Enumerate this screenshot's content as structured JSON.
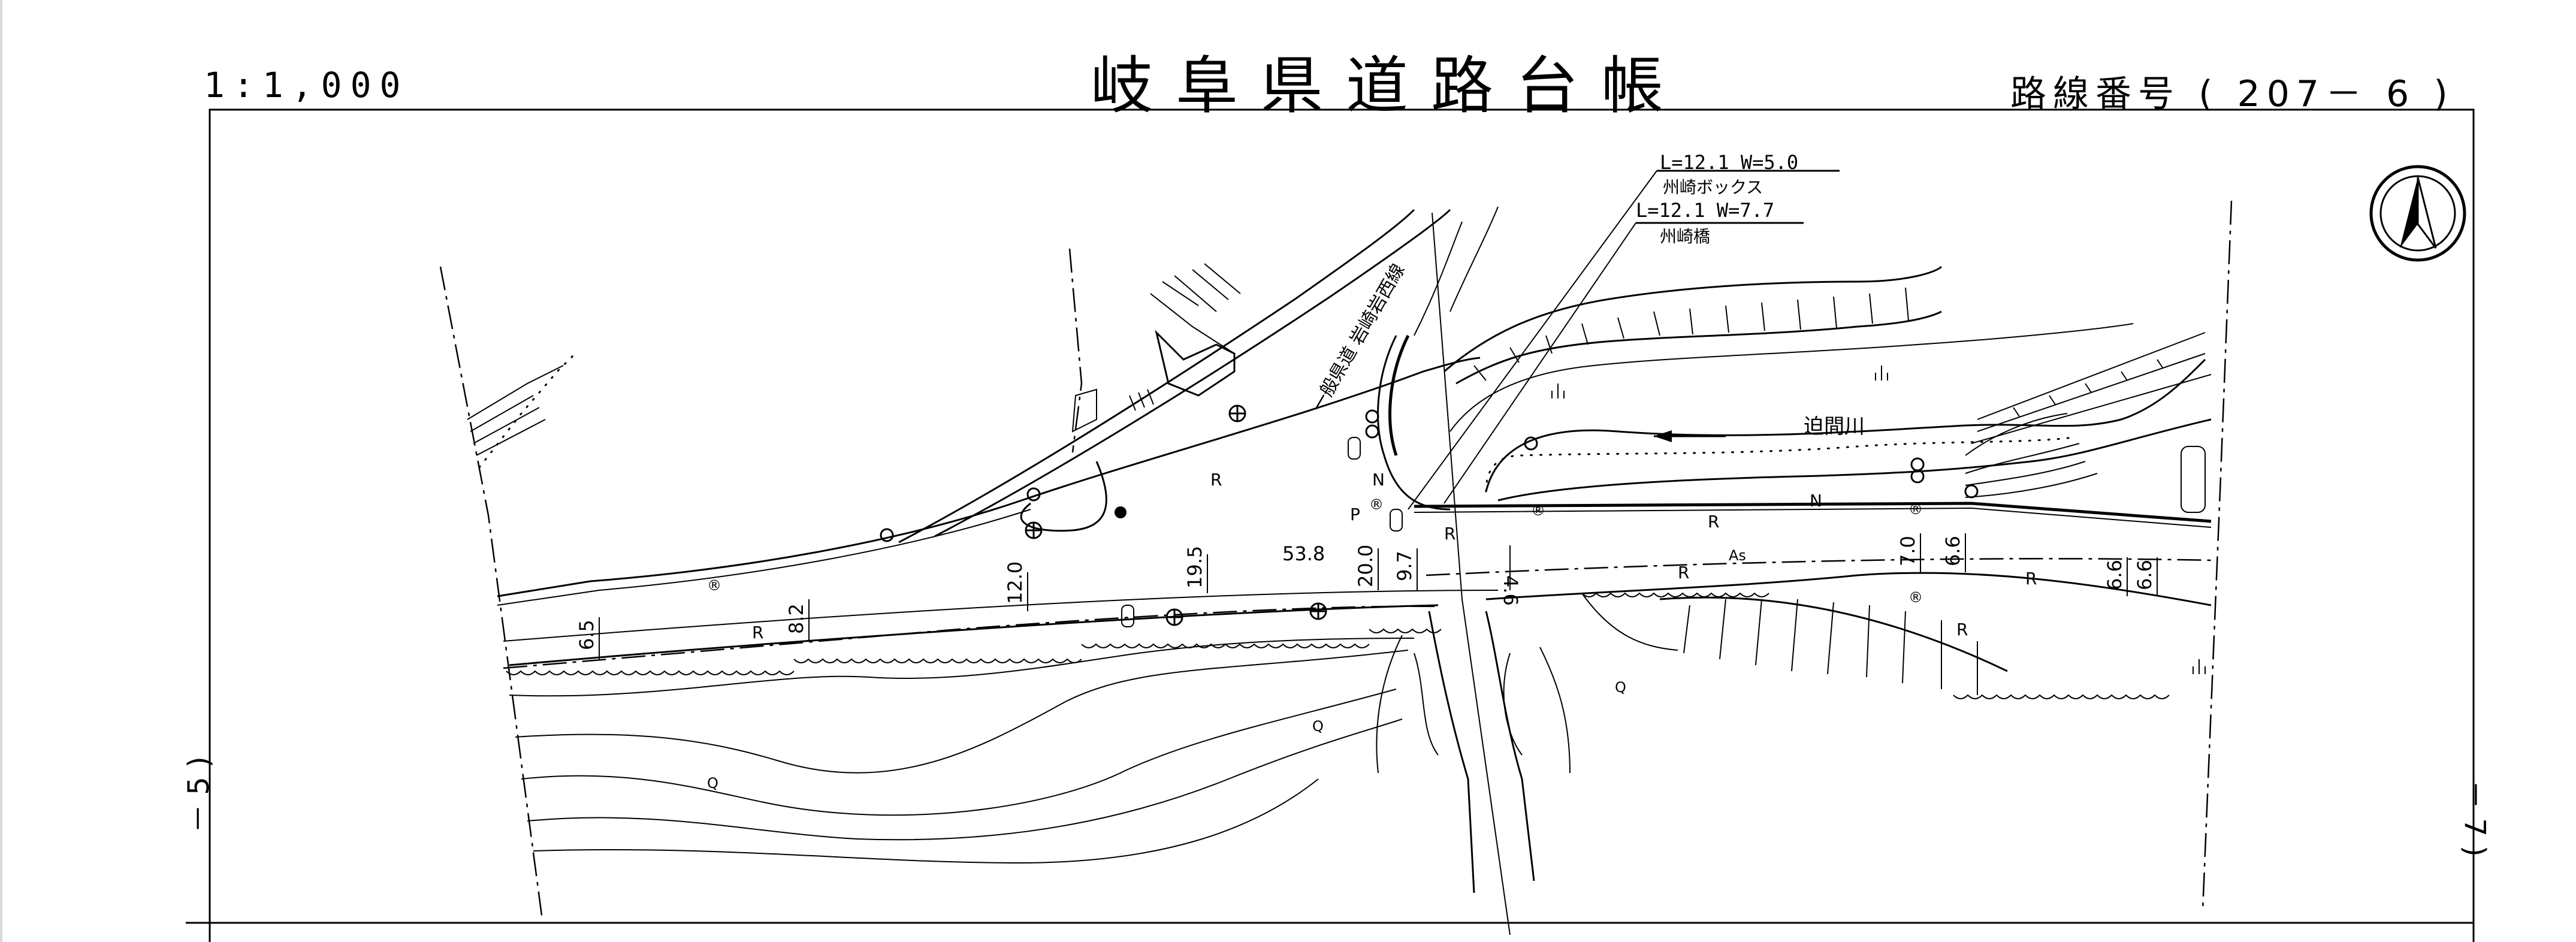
{
  "header": {
    "scale": "1:1,000",
    "title": "岐阜県道路台帳",
    "route_number": "路線番号 ( 207－ 6 )"
  },
  "side_labels": {
    "left": "－ 5 )",
    "right": "－ 7 )"
  },
  "bridge_notes": {
    "box_dims": "L=12.1  W=5.0",
    "box_name": "州崎ボックス",
    "bridge_dims": "L=12.1  W=7.7",
    "bridge_name": "州崎橋"
  },
  "map": {
    "river_name": "迫間川",
    "road_name": "一般県道 岩崎岩西線",
    "surface_label": "As",
    "dimension_labels": [
      "6.5",
      "8.2",
      "12.0",
      "19.5",
      "53.8",
      "20.0",
      "9.7",
      "4.6",
      "7.0",
      "6.6",
      "6.6",
      "6.6"
    ],
    "symbols": {
      "r": "R",
      "n": "N",
      "p": "P",
      "q": "Q",
      "circled_r": "®"
    }
  },
  "icons": {
    "north_arrow": "north-arrow-icon"
  }
}
